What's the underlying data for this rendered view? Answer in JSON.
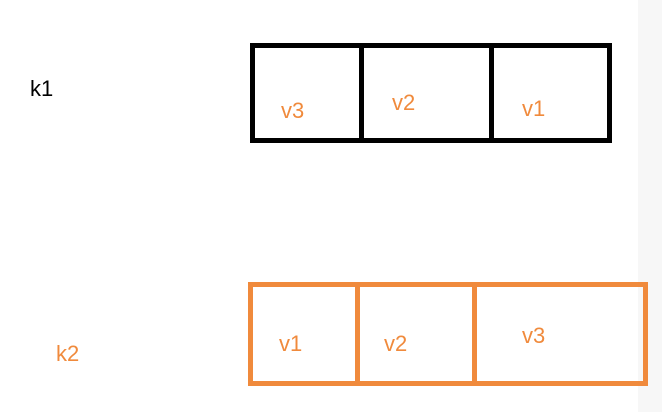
{
  "colors": {
    "k1_border": "#000000",
    "k2_border": "#f08a3c",
    "k1_text": "#000000",
    "value_text": "#f08a3c"
  },
  "rows": [
    {
      "key": "k1",
      "values": [
        "v3",
        "v2",
        "v1"
      ]
    },
    {
      "key": "k2",
      "values": [
        "v1",
        "v2",
        "v3"
      ]
    }
  ]
}
